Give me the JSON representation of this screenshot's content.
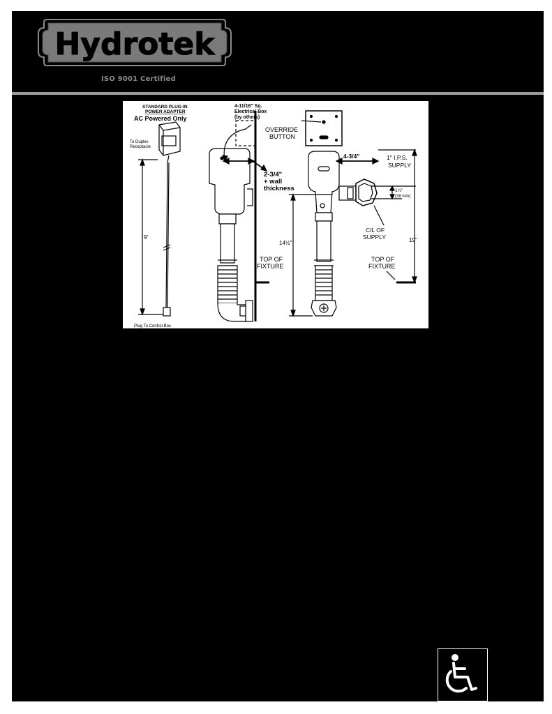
{
  "brand": {
    "name": "Hydrotek",
    "certification": "ISO 9001 Certified"
  },
  "diagram": {
    "adapter_title": "STANDARD PLUG-IN",
    "adapter_subtitle": "POWER ADAPTER",
    "ac_powered": "AC Powered Only",
    "to_duplex_1": "To Duplex",
    "to_duplex_2": "Receptacle",
    "cord_length": "9'",
    "plug_to_box": "Plug To Control Box",
    "elec_box_1": "4-11/16\" Sq.",
    "elec_box_2": "Electrical Box",
    "elec_box_3": "(by others)",
    "override_1": "OVERRIDE",
    "override_2": "BUTTON",
    "wall_dim_1": "2-3/4\"",
    "wall_dim_2": "+ wall",
    "wall_dim_3": "thickness",
    "top_fixture_l1": "TOP OF",
    "top_fixture_l2": "FIXTURE",
    "depth_dim": "4-3/4\"",
    "supply_1": "1\" I.P.S.",
    "supply_2": "SUPPLY",
    "offset_1": "1½\"",
    "offset_2": "(38 mm)",
    "cl_supply_1": "C/L OF",
    "cl_supply_2": "SUPPLY",
    "height_dim": "14½\"",
    "total_dim": "19\"",
    "top_fixture_r1": "TOP OF",
    "top_fixture_r2": "FIXTURE"
  },
  "icons": {
    "accessibility": "wheelchair-icon"
  }
}
